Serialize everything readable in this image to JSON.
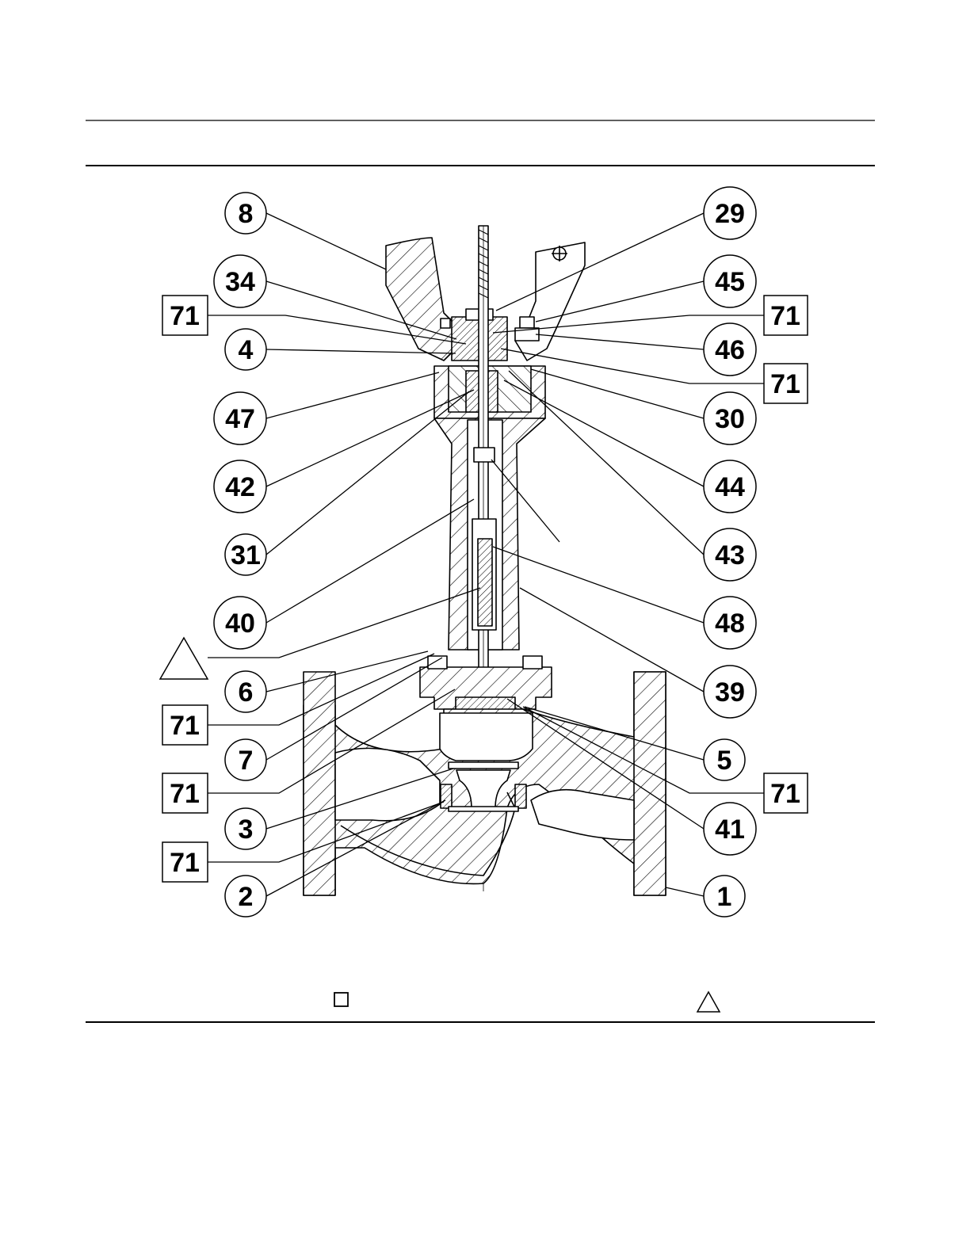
{
  "diagram": {
    "circle_callouts": [
      {
        "id": "c8",
        "label": "8"
      },
      {
        "id": "c34",
        "label": "34"
      },
      {
        "id": "c4",
        "label": "4"
      },
      {
        "id": "c47",
        "label": "47"
      },
      {
        "id": "c42",
        "label": "42"
      },
      {
        "id": "c31",
        "label": "31"
      },
      {
        "id": "c40",
        "label": "40"
      },
      {
        "id": "c6",
        "label": "6"
      },
      {
        "id": "c7",
        "label": "7"
      },
      {
        "id": "c3",
        "label": "3"
      },
      {
        "id": "c2",
        "label": "2"
      },
      {
        "id": "c29",
        "label": "29"
      },
      {
        "id": "c45",
        "label": "45"
      },
      {
        "id": "c46",
        "label": "46"
      },
      {
        "id": "c30",
        "label": "30"
      },
      {
        "id": "c44",
        "label": "44"
      },
      {
        "id": "c43",
        "label": "43"
      },
      {
        "id": "c48",
        "label": "48"
      },
      {
        "id": "c39",
        "label": "39"
      },
      {
        "id": "c5",
        "label": "5"
      },
      {
        "id": "c41",
        "label": "41"
      },
      {
        "id": "c1",
        "label": "1"
      }
    ],
    "box_callouts": [
      {
        "id": "b71a",
        "label": "71"
      },
      {
        "id": "b71b",
        "label": "71"
      },
      {
        "id": "b71c",
        "label": "71"
      },
      {
        "id": "b71d",
        "label": "71"
      },
      {
        "id": "b71e",
        "label": "71"
      },
      {
        "id": "b71f",
        "label": "71"
      },
      {
        "id": "b71g",
        "label": "71"
      }
    ],
    "colors": {
      "ink": "#000000",
      "paper": "#ffffff"
    }
  }
}
